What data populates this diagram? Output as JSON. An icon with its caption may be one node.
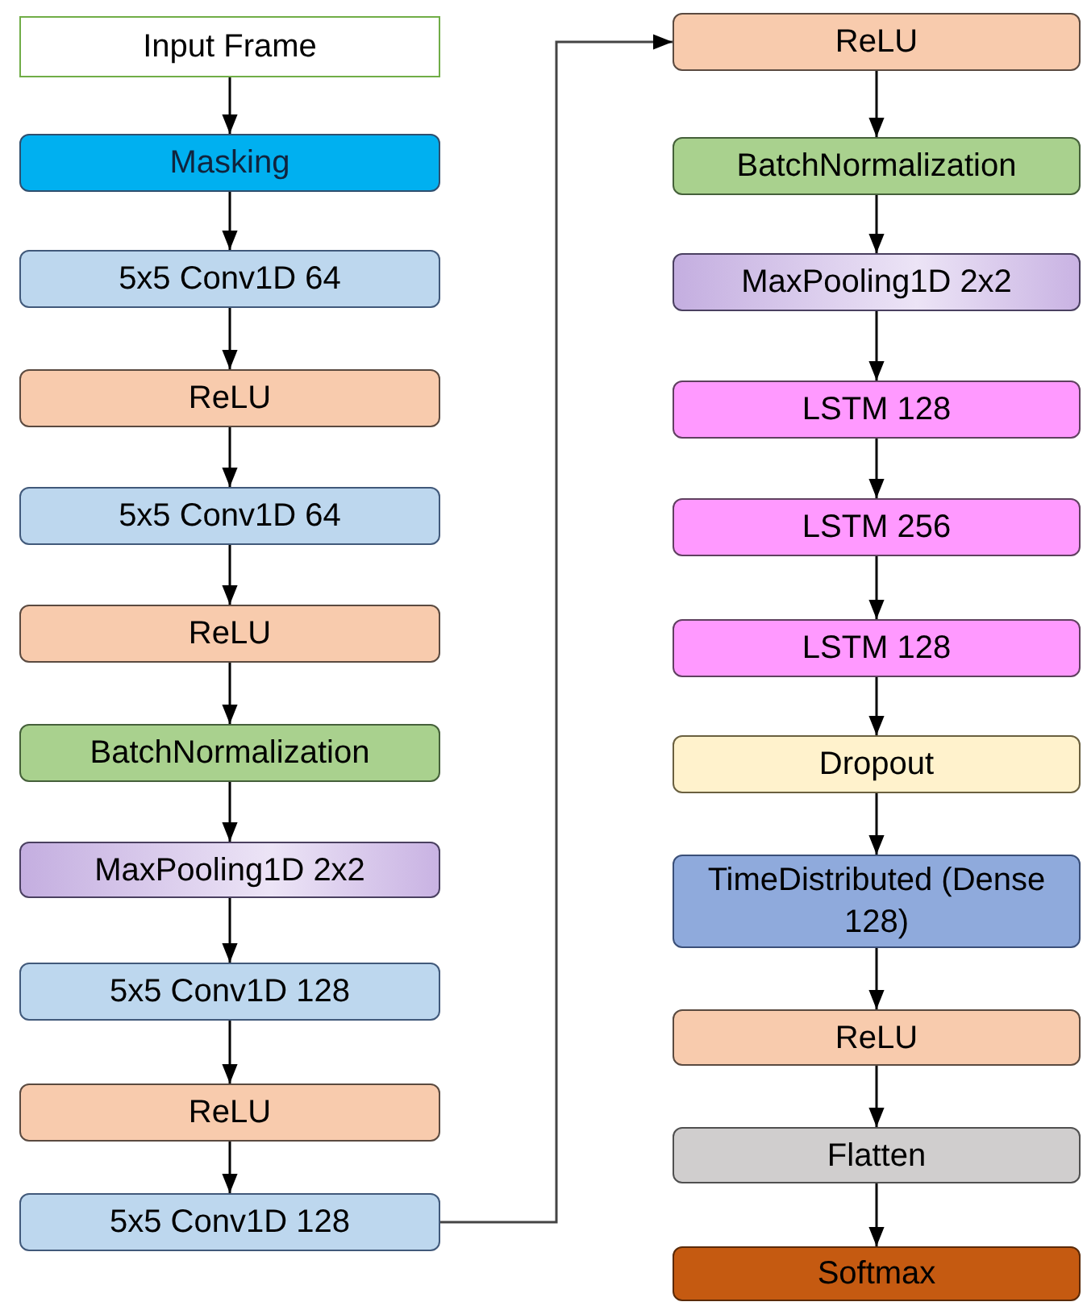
{
  "diagram": {
    "nodes": [
      {
        "text": [
          "Input Frame"
        ]
      },
      {
        "text": [
          "Masking"
        ]
      },
      {
        "text": [
          "5x5 Conv1D 64"
        ]
      },
      {
        "text": [
          "ReLU"
        ]
      },
      {
        "text": [
          "5x5 Conv1D 64"
        ]
      },
      {
        "text": [
          "ReLU"
        ]
      },
      {
        "text": [
          "BatchNormalization"
        ]
      },
      {
        "text": [
          "MaxPooling1D 2x2"
        ]
      },
      {
        "text": [
          "5x5 Conv1D 128"
        ]
      },
      {
        "text": [
          "ReLU"
        ]
      },
      {
        "text": [
          "5x5 Conv1D 128"
        ]
      },
      {
        "text": [
          "ReLU"
        ]
      },
      {
        "text": [
          "BatchNormalization"
        ]
      },
      {
        "text": [
          "MaxPooling1D 2x2"
        ]
      },
      {
        "text": [
          "LSTM 128"
        ]
      },
      {
        "text": [
          "LSTM 256"
        ]
      },
      {
        "text": [
          "LSTM 128"
        ]
      },
      {
        "text": [
          "Dropout"
        ]
      },
      {
        "text": [
          "TimeDistributed (Dense 128)"
        ]
      },
      {
        "text": [
          "ReLU"
        ]
      },
      {
        "text": [
          "Flatten"
        ]
      },
      {
        "text": [
          "Softmax"
        ]
      }
    ],
    "edges": [
      {
        "from": 0,
        "to": 1,
        "arrow": "to"
      },
      {
        "from": 1,
        "to": 2,
        "arrow": "to"
      },
      {
        "from": 2,
        "to": 3,
        "arrow": "to"
      },
      {
        "from": 3,
        "to": 4,
        "arrow": "to"
      },
      {
        "from": 4,
        "to": 5,
        "arrow": "to"
      },
      {
        "from": 5,
        "to": 6,
        "arrow": "to"
      },
      {
        "from": 6,
        "to": 7,
        "arrow": "to"
      },
      {
        "from": 7,
        "to": 8,
        "arrow": "to"
      },
      {
        "from": 8,
        "to": 9,
        "arrow": "to"
      },
      {
        "from": 9,
        "to": 10,
        "arrow": "to"
      },
      {
        "from": 10,
        "to": 11,
        "arrow": "to"
      },
      {
        "from": 11,
        "to": 12,
        "arrow": "to"
      },
      {
        "from": 12,
        "to": 13,
        "arrow": "to"
      },
      {
        "from": 13,
        "to": 14,
        "arrow": "to"
      },
      {
        "from": 14,
        "to": 15,
        "arrow": "to"
      },
      {
        "from": 15,
        "to": 16,
        "arrow": "to"
      },
      {
        "from": 16,
        "to": 17,
        "arrow": "to"
      },
      {
        "from": 17,
        "to": 18,
        "arrow": "to"
      },
      {
        "from": 18,
        "to": 19,
        "arrow": "to"
      },
      {
        "from": 19,
        "to": 20,
        "arrow": "to"
      },
      {
        "from": 20,
        "to": 21,
        "arrow": "to"
      }
    ]
  }
}
